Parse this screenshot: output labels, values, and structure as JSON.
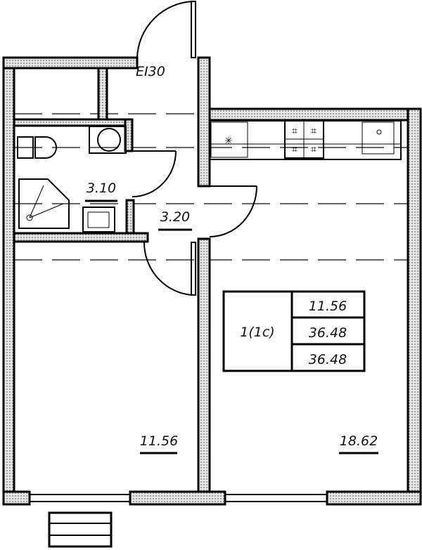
{
  "labels": {
    "door_rating": "EI30",
    "bathroom_area": "3.10",
    "hall_area": "3.20",
    "bedroom_area": "11.56",
    "living_area": "18.62"
  },
  "summary_table": {
    "apartment_type": "1(1с)",
    "living_area": "11.56",
    "total_area": "36.48",
    "total_area_with_balcony": "36.48"
  }
}
